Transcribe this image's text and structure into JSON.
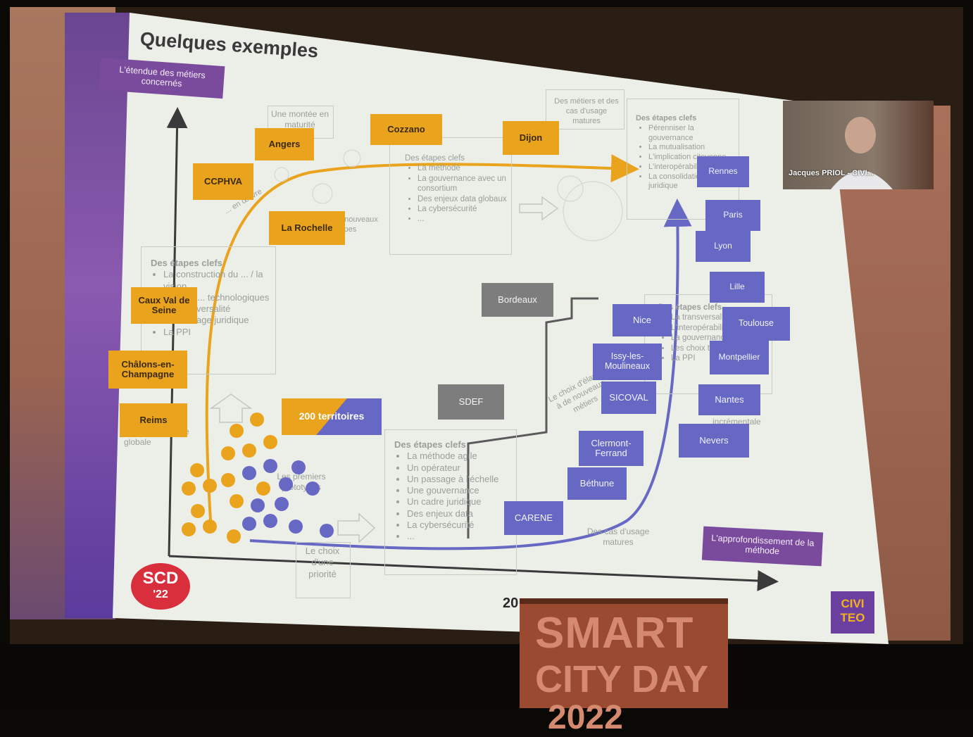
{
  "slide": {
    "title": "Quelques exemples",
    "y_axis_label": "L'étendue des métiers concernés",
    "x_axis_label": "L'approfondissement de la méthode",
    "year_fragment": "20",
    "logo_text": "CIVITEO",
    "corner_badge": {
      "line1": "SCD",
      "line2": "'22"
    }
  },
  "background_notes": {
    "montee": "Une montée en maturité",
    "metiers_matures": "Des métiers et des cas d'usage matures",
    "etapes_top_title": "Des étapes clefs",
    "etapes_top_items": [
      "La méthode",
      "La gouvernance avec un consortium",
      "Des enjeux data globaux",
      "La cybersécurité",
      "..."
    ],
    "etapes_right_title": "Des étapes clefs",
    "etapes_right_items": [
      "Pérenniser la gouvernance",
      "La mutualisation",
      "L'implication citoyenne",
      "L'interopérabilité",
      "La consolidation juridique"
    ],
    "etapes_left_title": "Des étapes clefs",
    "etapes_left_items": [
      "La construction du ... / la vision",
      "... choix ... technologiques",
      "La transversalité",
      "La montage juridique",
      "La PPI"
    ],
    "etapes_bottom_title": "Des étapes clefs",
    "etapes_bottom_items": [
      "La méthode agile",
      "Un opérateur",
      "Un passage à l'échelle",
      "Une gouvernance",
      "Un cadre juridique",
      "Des enjeux data",
      "La cybersécurité",
      "..."
    ],
    "etapes_mid_title": "Des étapes clefs",
    "etapes_mid_items": [
      "La transversalité",
      "L'interopérabilité",
      "La gouvernance",
      "Les choix technologiques",
      "La PPI"
    ],
    "premiers": "Les premiers prototypes",
    "choix_priorite": "Le choix d'une priorité",
    "demarche": "...de la démarche globale",
    "choix_elargir": "Le choix d'élargir à de nouveaux métiers",
    "en_oeuvre": "... en œuvre",
    "nouveaux_types": "...nouveaux types",
    "cas_usage": "Des cas d'usage matures",
    "incrementale": "incrémentale"
  },
  "territories_orange": [
    "Cozzano",
    "Angers",
    "Dijon",
    "CCPHVA",
    "La Rochelle",
    "Caux Val de Seine",
    "Châlons-en-Champagne",
    "Reims"
  ],
  "territories_grey": [
    "Bordeaux",
    "SDEF"
  ],
  "territories_purple": [
    "Rennes",
    "Paris",
    "Lyon",
    "Lille",
    "Nice",
    "Toulouse",
    "Issy-les-Moulineaux",
    "Montpellier",
    "SICOVAL",
    "Nantes",
    "Clermont-Ferrand",
    "Nevers",
    "Béthune",
    "CARENE"
  ],
  "territories_mixed": "200 territoires",
  "video_overlay": {
    "speaker": "Jacques PRIOL - CIVI..."
  },
  "stage_banner": {
    "line1": "SMART",
    "line2": "CITY DAY",
    "line3": "2022"
  },
  "colors": {
    "orange": "#eaa31d",
    "purple": "#6668c4",
    "grey": "#7d7d7d",
    "violet": "#7a4a9c",
    "slide_bg": "#eceee8",
    "banner": "#9a4a30"
  }
}
